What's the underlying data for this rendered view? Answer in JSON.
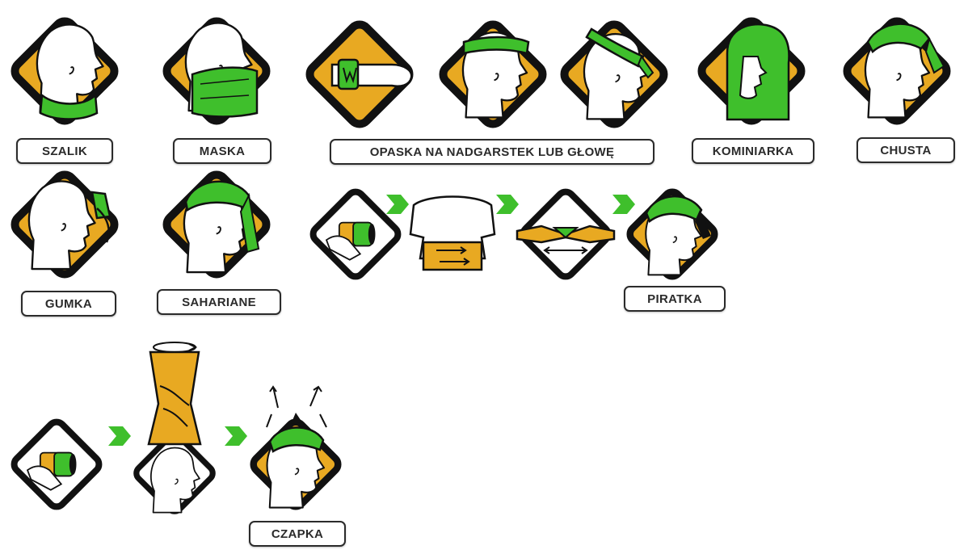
{
  "colors": {
    "accent": "#e8a922",
    "fabric": "#3fbf2c",
    "outline": "#111111"
  },
  "labels": {
    "szalik": "SZALIK",
    "maska": "MASKA",
    "opaska": "OPASKA NA NADGARSTEK LUB GŁOWĘ",
    "kominiarka": "KOMINIARKA",
    "chusta": "CHUSTA",
    "gumka": "GUMKA",
    "sahariane": "SAHARIANE",
    "piratka": "PIRATKA",
    "czapka": "CZAPKA"
  }
}
